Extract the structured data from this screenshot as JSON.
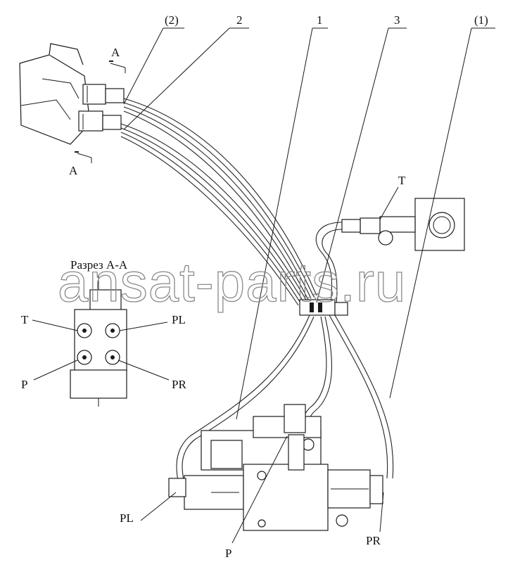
{
  "callouts": {
    "c2p": "(2)",
    "c2": "2",
    "c1": "1",
    "c3": "3",
    "c1p": "(1)",
    "sectionA_top": "A",
    "sectionA_bottom": "A",
    "port_T_main": "T",
    "port_PL_main": "PL",
    "port_P_main": "P",
    "port_PR_main": "PR"
  },
  "section": {
    "title": "Разрез А-А",
    "ports": {
      "T": "T",
      "PL": "PL",
      "P": "P",
      "PR": "PR"
    }
  },
  "watermark": "ansat-parts.ru"
}
